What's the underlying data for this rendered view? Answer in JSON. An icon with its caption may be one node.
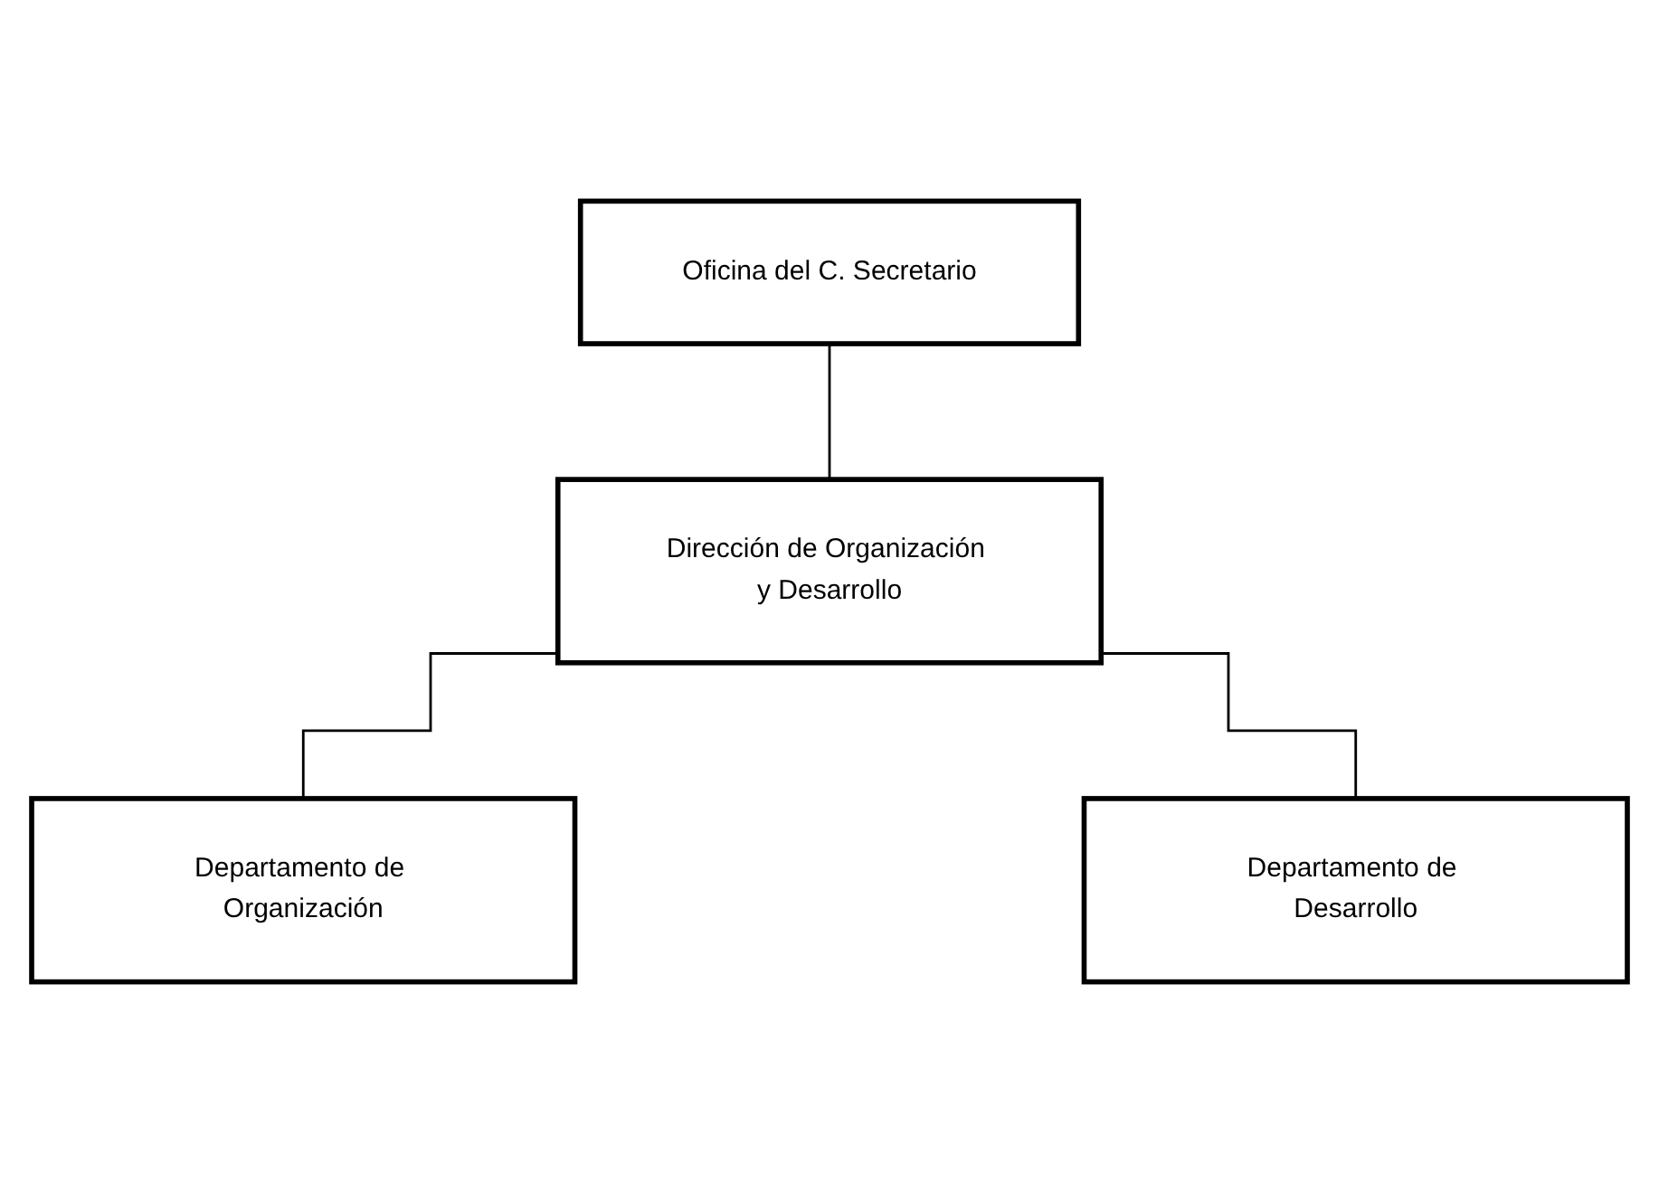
{
  "diagram": {
    "nodes": [
      {
        "text": [
          "Oficina del C. Secretario"
        ]
      },
      {
        "text": [
          "Dirección de Organización y Desarrollo"
        ]
      },
      {
        "text": [
          "Departamento de Organización"
        ]
      },
      {
        "text": [
          "Departamento de Desarrollo"
        ]
      }
    ],
    "edges": [
      {
        "from": 0,
        "to": 1,
        "arrow": "none"
      },
      {
        "from": 1,
        "to": 2,
        "arrow": "none"
      },
      {
        "from": 1,
        "to": 3,
        "arrow": "none"
      }
    ]
  }
}
